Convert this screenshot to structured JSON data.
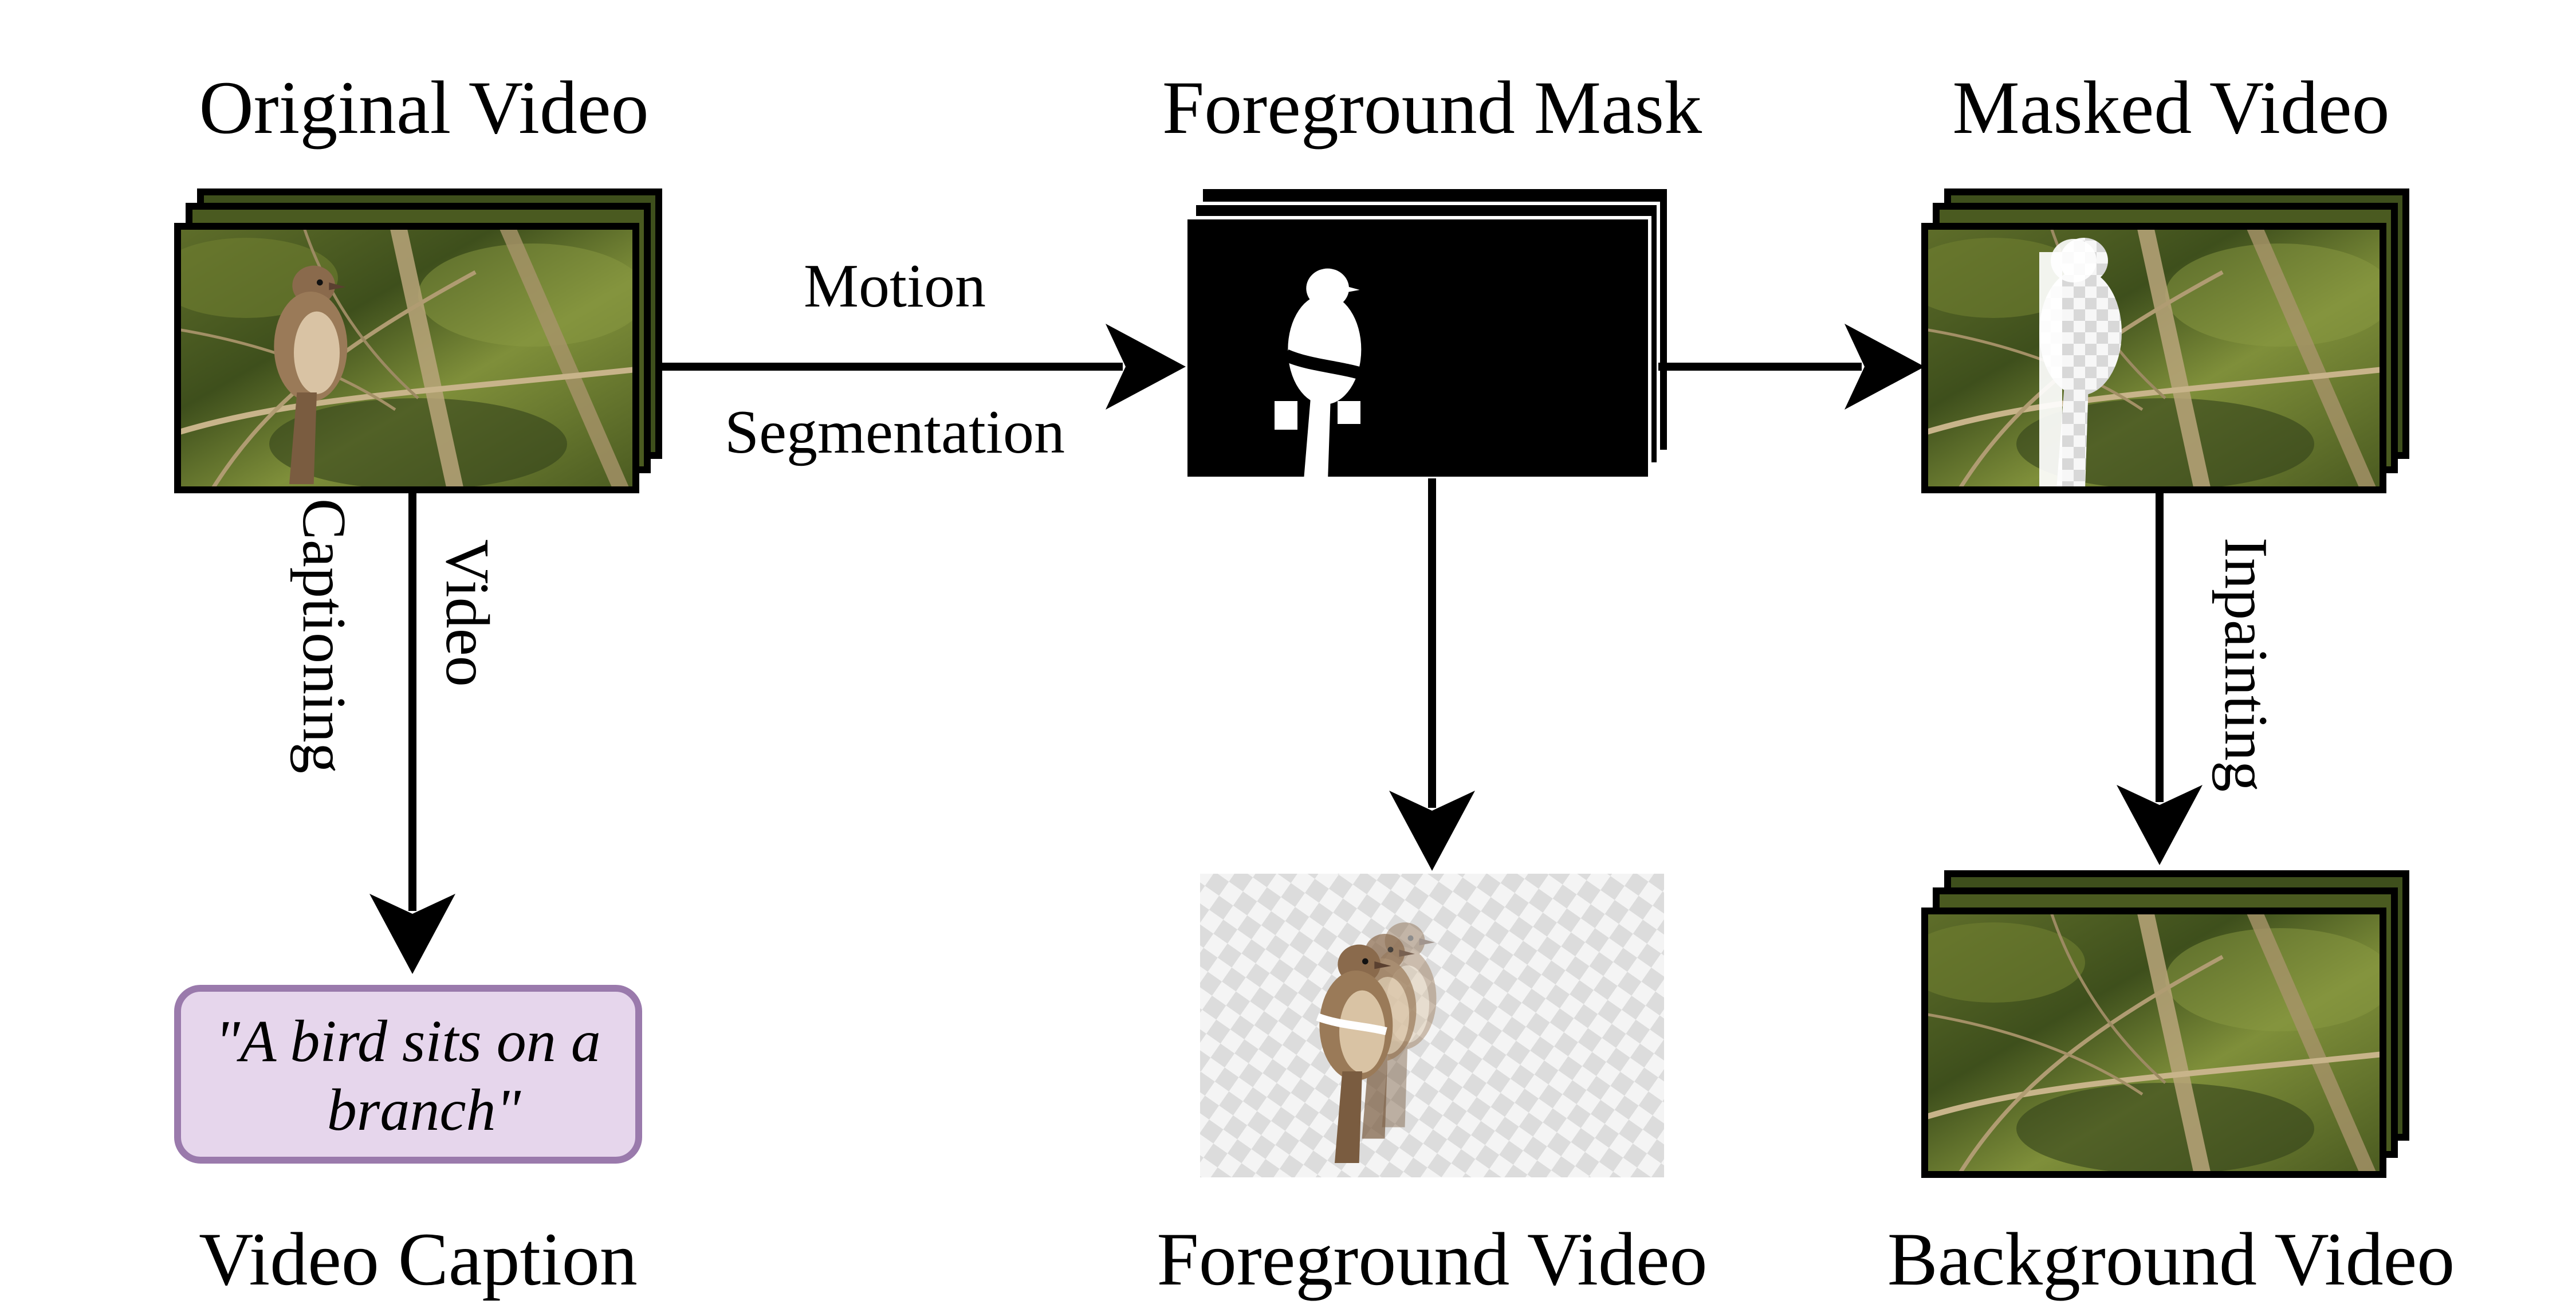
{
  "nodes": {
    "original_video": {
      "title": "Original Video"
    },
    "foreground_mask": {
      "title": "Foreground Mask"
    },
    "masked_video": {
      "title": "Masked Video"
    },
    "video_caption": {
      "title": "Video Caption",
      "text_line1": "\"A bird sits on a",
      "text_line2": "branch\""
    },
    "foreground_video": {
      "title": "Foreground Video"
    },
    "background_video": {
      "title": "Background Video"
    }
  },
  "edges": {
    "motion_segmentation": {
      "line1": "Motion",
      "line2": "Segmentation"
    },
    "video_captioning": {
      "line1": "Video",
      "line2": "Captioning"
    },
    "inpainting": {
      "label": "Inpainting"
    }
  },
  "colors": {
    "caption_fill": "#e6d6ec",
    "caption_border": "#9a7aac",
    "frame_border": "#000000",
    "foliage_dark": "#3e4f1c",
    "foliage_light": "#7f8f3a",
    "branch": "#b9a47a",
    "bird": "#8a6a4c"
  }
}
